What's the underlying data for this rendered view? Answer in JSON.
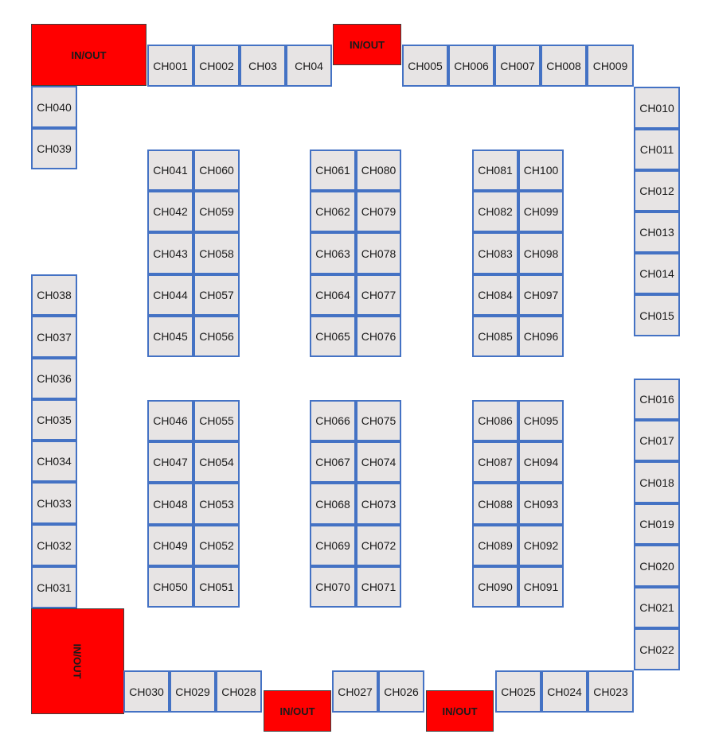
{
  "colors": {
    "booth_fill": "#e7e4e4",
    "booth_border": "#4472c4",
    "gate_fill": "#ff0000"
  },
  "gates": [
    {
      "id": "gate-top-left",
      "label": "IN/OUT"
    },
    {
      "id": "gate-top-center",
      "label": "IN/OUT"
    },
    {
      "id": "gate-bottom-left",
      "label": "IN/OUT"
    },
    {
      "id": "gate-bottom-center-left",
      "label": "IN/OUT"
    },
    {
      "id": "gate-bottom-center-right",
      "label": "IN/OUT"
    }
  ],
  "booths": [
    "CH001",
    "CH002",
    "CH03",
    "CH04",
    "CH005",
    "CH006",
    "CH007",
    "CH008",
    "CH009",
    "CH010",
    "CH011",
    "CH012",
    "CH013",
    "CH014",
    "CH015",
    "CH016",
    "CH017",
    "CH018",
    "CH019",
    "CH020",
    "CH021",
    "CH022",
    "CH023",
    "CH024",
    "CH025",
    "CH026",
    "CH027",
    "CH028",
    "CH029",
    "CH030",
    "CH031",
    "CH032",
    "CH033",
    "CH034",
    "CH035",
    "CH036",
    "CH037",
    "CH038",
    "CH039",
    "CH040",
    "CH041",
    "CH042",
    "CH043",
    "CH044",
    "CH045",
    "CH046",
    "CH047",
    "CH048",
    "CH049",
    "CH050",
    "CH051",
    "CH052",
    "CH053",
    "CH054",
    "CH055",
    "CH056",
    "CH057",
    "CH058",
    "CH059",
    "CH060",
    "CH061",
    "CH062",
    "CH063",
    "CH064",
    "CH065",
    "CH066",
    "CH067",
    "CH068",
    "CH069",
    "CH070",
    "CH071",
    "CH072",
    "CH073",
    "CH074",
    "CH075",
    "CH076",
    "CH077",
    "CH078",
    "CH079",
    "CH080",
    "CH081",
    "CH082",
    "CH083",
    "CH084",
    "CH085",
    "CH086",
    "CH087",
    "CH088",
    "CH089",
    "CH090",
    "CH091",
    "CH092",
    "CH093",
    "CH094",
    "CH095",
    "CH096",
    "CH097",
    "CH098",
    "CH099",
    "CH100"
  ]
}
